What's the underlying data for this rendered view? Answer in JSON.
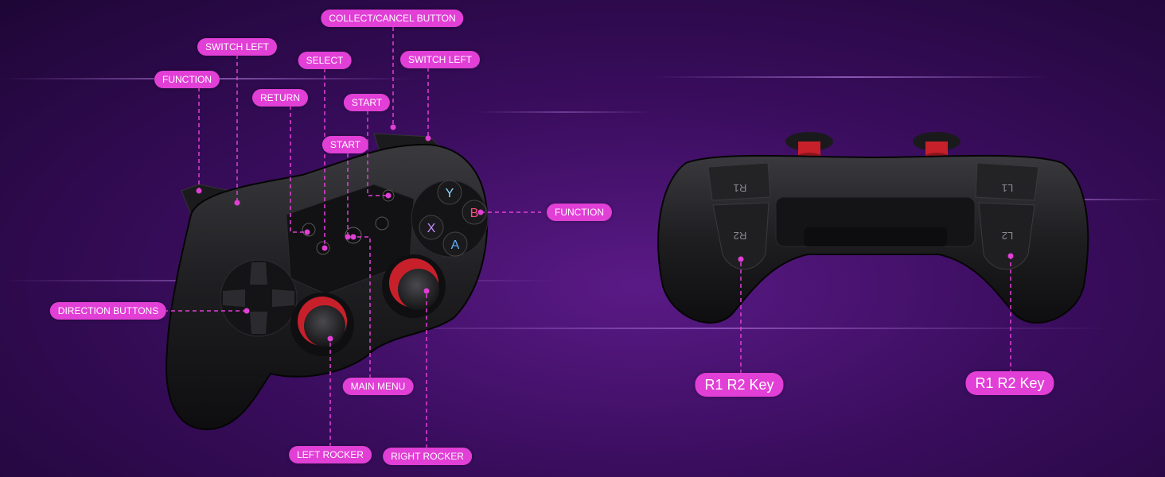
{
  "colors": {
    "accent": "#e13fd6",
    "background": "#3a0d5e",
    "controller_body": "#1c1c1e",
    "stick_ring": "#c8202a"
  },
  "front_view": {
    "labels": {
      "function_top": "FUNCTION",
      "switch_left_1": "SWITCH LEFT",
      "return": "RETURN",
      "select": "SELECT",
      "collect_cancel": "COLLECT/CANCEL BUTTON",
      "start_upper": "START",
      "start_lower": "START",
      "switch_left_2": "SWITCH LEFT",
      "function_right": "FUNCTION",
      "direction_buttons": "DIRECTION BUTTONS",
      "main_menu": "MAIN MENU",
      "left_rocker": "LEFT ROCKER",
      "right_rocker": "RIGHT ROCKER"
    },
    "face_buttons": {
      "y": "Y",
      "b": "B",
      "x": "X",
      "a": "A"
    },
    "face_button_colors": {
      "y": "#8ad8ff",
      "b": "#ff4f7a",
      "x": "#c58cff",
      "a": "#5fb4ff"
    }
  },
  "back_view": {
    "labels": {
      "left_key": "R1 R2 Key",
      "right_key": "R1 R2 Key"
    },
    "trigger_marks": {
      "r1": "R1",
      "r2": "R2",
      "l1": "L1",
      "l2": "L2"
    }
  }
}
